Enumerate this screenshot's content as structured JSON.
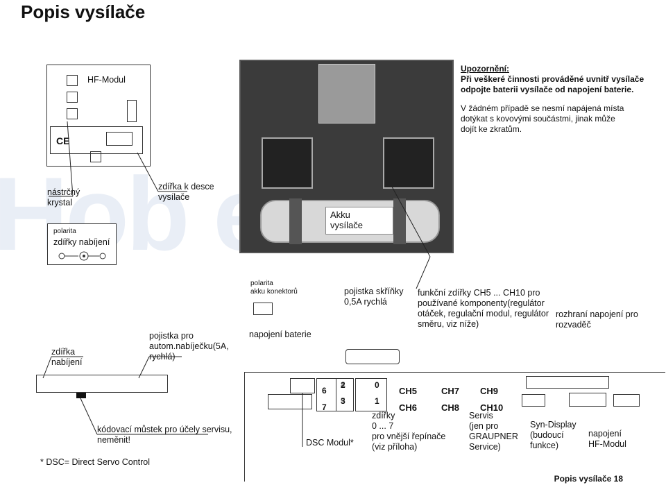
{
  "page_title": "Popis vysílače",
  "watermark": "Hob   eam",
  "hf_module": {
    "label": "HF-Modul",
    "ce": "CE"
  },
  "warning": {
    "heading": "Upozornění:",
    "line1": "Při veškeré činnosti prováděné uvnitř vysílače",
    "line2": "odpojte baterii vysílače od napojení baterie.",
    "line3": "V žádném případě se nesmí napájená místa",
    "line4": "dotýkat s kovovými součástmi, jinak může",
    "line5": "dojít ke zkratům."
  },
  "labels": {
    "crystal_1": "nástrčný",
    "crystal_2": "krystal",
    "board_socket_1": "zdířka k desce",
    "board_socket_2": "vysílače",
    "akku_1": "Akku",
    "akku_2": "vysílače",
    "polarity_1": "polarita",
    "polarity_2": "zdířky nabíjení",
    "conn_polarity_1": "polarita",
    "conn_polarity_2": "akku konektorů",
    "battery_connection": "napojení baterie",
    "case_fuse_1": "pojistka skříňky",
    "case_fuse_2": "0,5A rychlá",
    "func_1": "funkční zdířky CH5 ... CH10 pro",
    "func_2": "používané komponenty(regulátor",
    "func_3": "otáček, regulační modul, regulátor",
    "func_4": "směru, viz níže)",
    "switchbox_1": "rozhraní napojení pro",
    "switchbox_2": "rozvaděč",
    "charge_socket_1": "zdířka",
    "charge_socket_2": "nabíjení",
    "charger_fuse_1": "pojistka pro",
    "charger_fuse_2": "autom.nabíječku(5A,",
    "charger_fuse_3": "rychlá)",
    "coding_1": "kódovací můstek pro účely servisu,",
    "coding_2": "neměnit!",
    "dsc_module": "DSC Modul*",
    "sockets_1": "zdířky",
    "sockets_2": "0 ... 7",
    "sockets_3": "pro vnější řepínače",
    "sockets_4": "(viz příloha)",
    "service_1": "Servis",
    "service_2": "(jen pro",
    "service_3": "GRAUPNER",
    "service_4": "Service)",
    "syn_1": "Syn-Display",
    "syn_2": "(budoucí",
    "syn_3": "funkce)",
    "hf_conn_1": "napojení",
    "hf_conn_2": "HF-Modul",
    "dsc_footnote": "* DSC= Direct Servo Control"
  },
  "channels": {
    "n6": "6",
    "n7": "7",
    "n2": "2",
    "n4": "4",
    "n3": "3",
    "n5": "5",
    "n0": "0",
    "n1": "1",
    "ch5": "CH5",
    "ch6": "CH6",
    "ch7": "CH7",
    "ch8": "CH8",
    "ch9": "CH9",
    "ch10": "CH10"
  },
  "footer": "Popis vysílače 18"
}
